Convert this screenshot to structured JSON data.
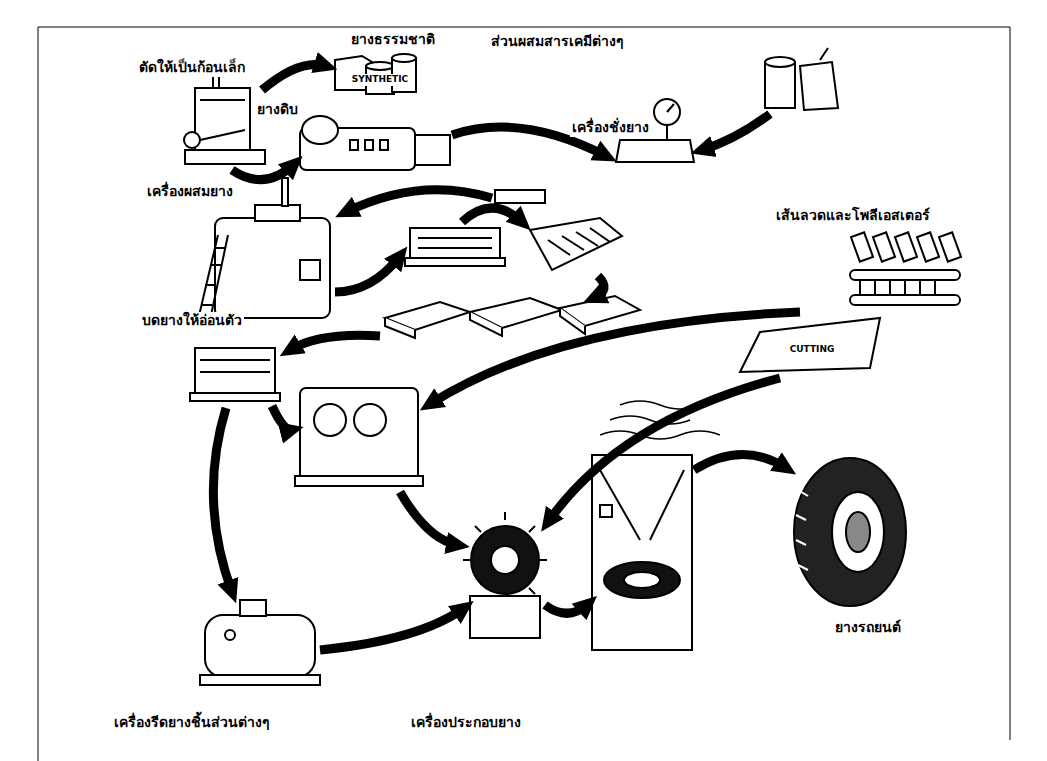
{
  "diagram": {
    "labels": [
      "ยางธรรมชาติ",
      "SYNTHETIC",
      "ส่วนผสมสารเคมีต่างๆ",
      "ตัดให้เป็นก้อนเล็ก",
      "ยางดิบ",
      "เครื่องชั่งยาง",
      "เครื่องผสมยาง",
      "เส้นลวดและโพลีเอสเตอร์",
      "บดยางให้อ่อนตัว",
      "CUTTING",
      "ยางรถยนต์",
      "เครื่องรีดยางชิ้นส่วนต่างๆ",
      "เครื่องประกอบยาง"
    ]
  }
}
